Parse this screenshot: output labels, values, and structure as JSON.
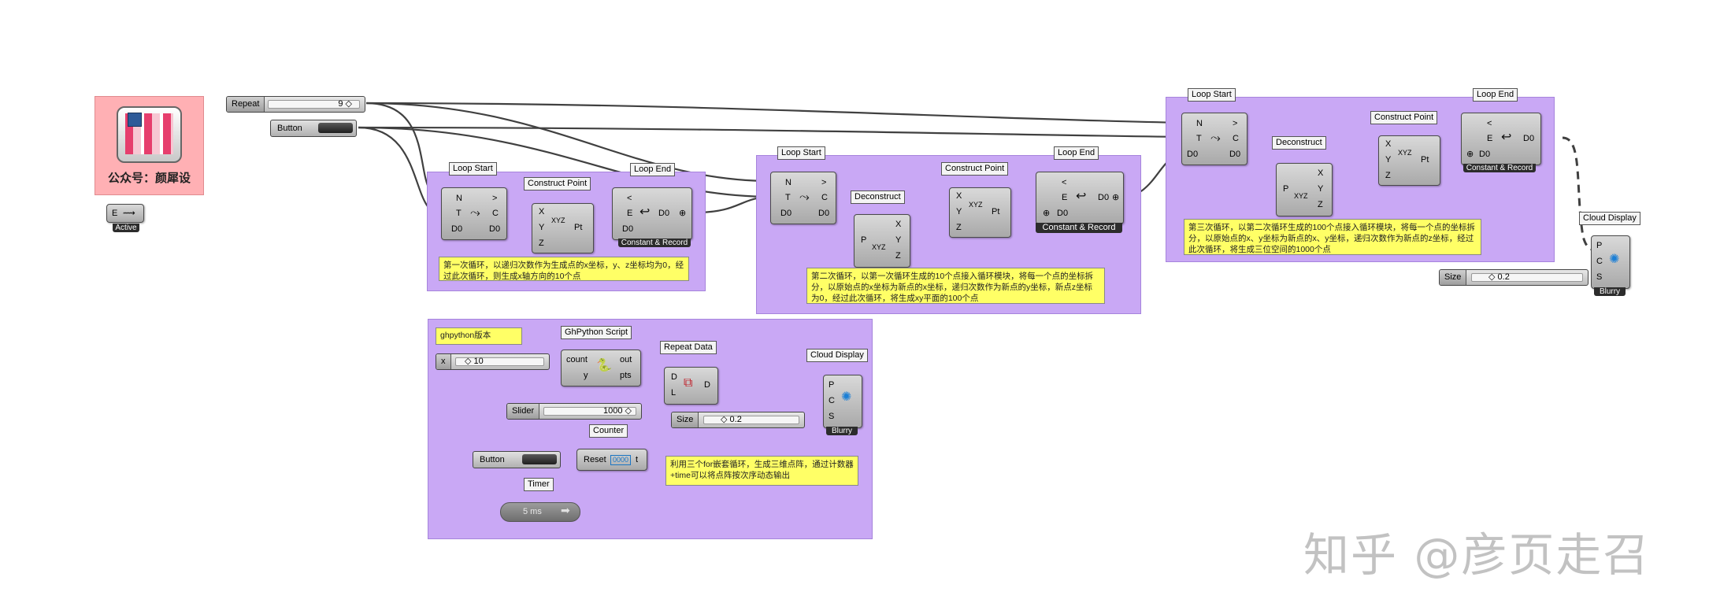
{
  "colors": {
    "group_fill": "#c9a8f5",
    "note_fill": "#ffff66",
    "wire": "#404040",
    "canvas": "#ffffff"
  },
  "header": {
    "repeat_label": "Repeat",
    "repeat_value": "9 ◇",
    "button_label": "Button",
    "account_text": "公众号：颜犀设",
    "active_label": "Active",
    "active_port": "E"
  },
  "group1": {
    "loop_start": "Loop Start",
    "construct_point": "Construct Point",
    "loop_end": "Loop End",
    "note": "第一次循环，以递归次数作为生成点的x坐标，y、z坐标均为0，经过此次循环，则生成x轴方向的10个点",
    "bar": "Constant & Record"
  },
  "group2": {
    "loop_start": "Loop Start",
    "deconstruct": "Deconstruct",
    "construct_point": "Construct Point",
    "loop_end": "Loop End",
    "note": "第二次循环，以第一次循环生成的10个点接入循环模块，将每一个点的坐标拆分，以原始点的x坐标为新点的x坐标，递归次数作为新点的y坐标，新点z坐标为0，经过此次循环，将生成xy平面的100个点",
    "bar": "Constant & Record"
  },
  "group3": {
    "loop_start": "Loop Start",
    "deconstruct": "Deconstruct",
    "construct_point": "Construct Point",
    "loop_end": "Loop End",
    "note": "第三次循环，以第二次循环生成的100个点接入循环模块，将每一个点的坐标拆分，以原始点的x、y坐标为新点的x、y坐标，递归次数作为新点的z坐标，经过此次循环，将生成三位空间的1000个点",
    "bar": "Constant & Record"
  },
  "cloud_right": {
    "label": "Cloud Display",
    "bar": "Blurry",
    "size_label": "Size",
    "size_value": "◇ 0.2"
  },
  "group4": {
    "ghpython_note": "ghpython版本",
    "ghpython_label": "GhPython Script",
    "x_label": "x",
    "x_value": "◇ 10",
    "repeat_data": "Repeat Data",
    "cloud_display": "Cloud Display",
    "blurry": "Blurry",
    "slider_label": "Slider",
    "slider_value": "1000 ◇",
    "size_label": "Size",
    "size_value": "◇ 0.2",
    "counter": "Counter",
    "reset": "Reset",
    "t": "t",
    "button_label": "Button",
    "timer": "Timer",
    "timer_value": "5 ms",
    "note": "利用三个for嵌套循环，生成三维点阵，通过计数器+time可以将点阵按次序动态输出"
  },
  "ports": {
    "N": "N",
    "T": "T",
    "D0": "D0",
    "gt": ">",
    "C": "C",
    "lt": "<",
    "E": "E",
    "X": "X",
    "Y": "Y",
    "Z": "Z",
    "Pt": "Pt",
    "P": "P",
    "S": "S",
    "D": "D",
    "L": "L",
    "count": "count",
    "y": "y",
    "out": "out",
    "pts": "pts"
  },
  "watermark": "知乎 @彦页走召"
}
